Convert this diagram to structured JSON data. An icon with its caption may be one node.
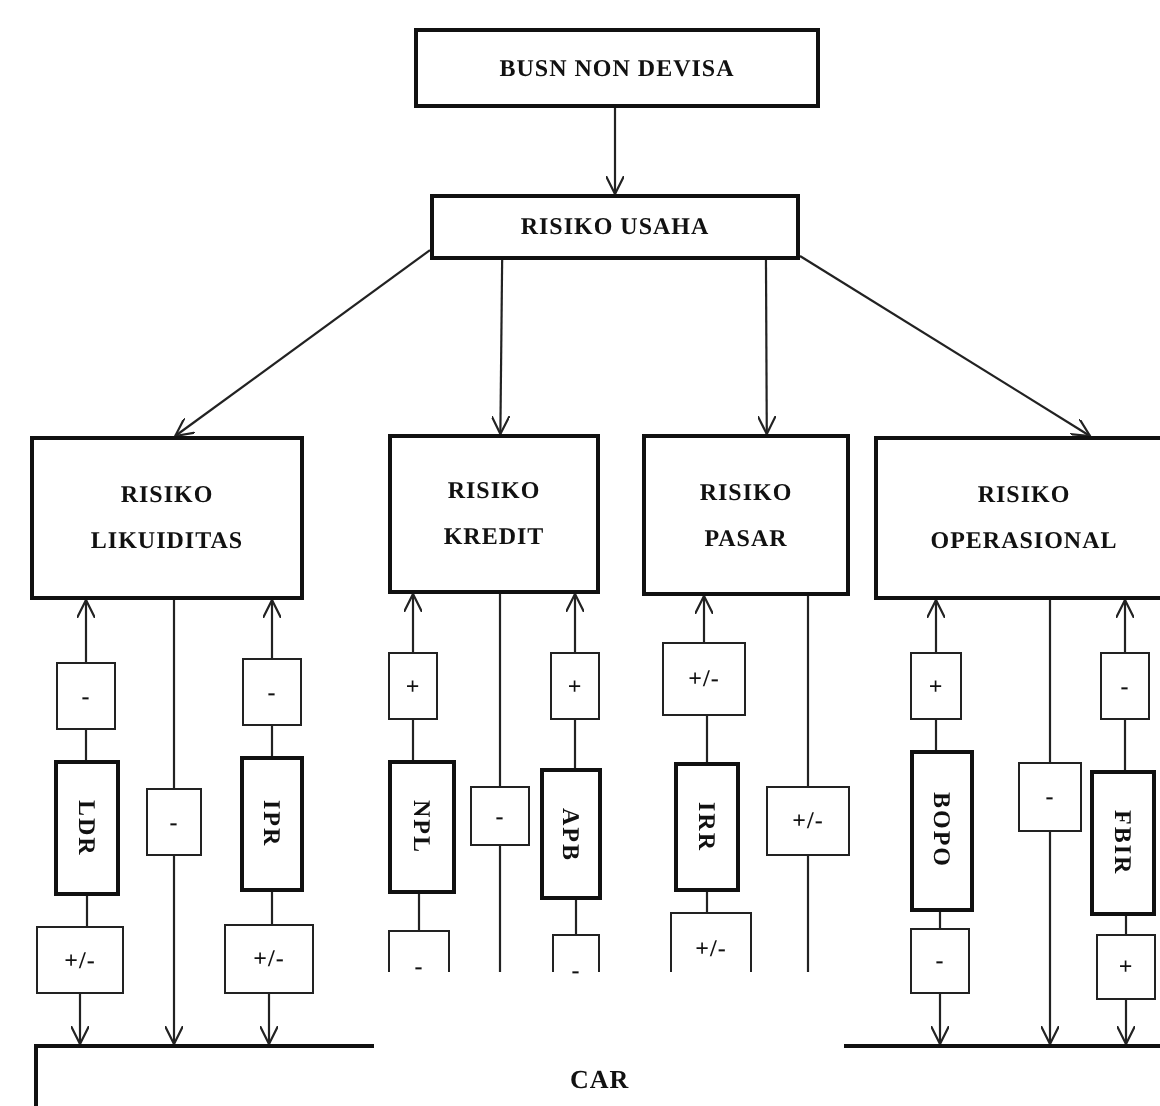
{
  "diagram": {
    "nodes": [
      {
        "text": [
          "BUSN NON DEVISA"
        ]
      },
      {
        "text": [
          "RISIKO USAHA"
        ]
      },
      {
        "text": [
          "RISIKO LIKUIDITAS"
        ]
      },
      {
        "text": [
          "RISIKO KREDIT"
        ]
      },
      {
        "text": [
          "RISIKO PASAR"
        ]
      },
      {
        "text": [
          "RISIKO OPERASIONAL"
        ]
      },
      {
        "text": [
          "-"
        ]
      },
      {
        "text": [
          "LDR"
        ]
      },
      {
        "text": [
          "+/-"
        ]
      },
      {
        "text": [
          "-"
        ]
      },
      {
        "text": [
          "-"
        ]
      },
      {
        "text": [
          "IPR"
        ]
      },
      {
        "text": [
          "+/-"
        ]
      },
      {
        "text": [
          "+"
        ]
      },
      {
        "text": [
          "NPL"
        ]
      },
      {
        "text": [
          "-"
        ]
      },
      {
        "text": [
          "-"
        ]
      },
      {
        "text": [
          "+"
        ]
      },
      {
        "text": [
          "APB"
        ]
      },
      {
        "text": [
          "-"
        ]
      },
      {
        "text": [
          "+/-"
        ]
      },
      {
        "text": [
          "IRR"
        ]
      },
      {
        "text": [
          "+/-"
        ]
      },
      {
        "text": [
          "+/-"
        ]
      },
      {
        "text": [
          "+"
        ]
      },
      {
        "text": [
          "BOPO"
        ]
      },
      {
        "text": [
          "-"
        ]
      },
      {
        "text": [
          "-"
        ]
      },
      {
        "text": [
          "-"
        ]
      },
      {
        "text": [
          "FBIR"
        ]
      },
      {
        "text": [
          "+"
        ]
      },
      {
        "text": [
          "CAR"
        ]
      }
    ],
    "edges": [
      {
        "from": 0,
        "to": 1,
        "arrow": "to"
      },
      {
        "from": 1,
        "to": 2,
        "arrow": "to"
      },
      {
        "from": 1,
        "to": 3,
        "arrow": "to"
      },
      {
        "from": 1,
        "to": 4,
        "arrow": "to"
      },
      {
        "from": 1,
        "to": 5,
        "arrow": "to"
      },
      {
        "from": 6,
        "to": 2,
        "arrow": "to"
      },
      {
        "from": 7,
        "to": 6,
        "arrow": "none"
      },
      {
        "from": 7,
        "to": 8,
        "arrow": "none"
      },
      {
        "from": 8,
        "to": 31,
        "arrow": "to"
      },
      {
        "from": 2,
        "to": 9,
        "arrow": "none"
      },
      {
        "from": 9,
        "to": 31,
        "arrow": "to"
      },
      {
        "from": 10,
        "to": 2,
        "arrow": "to"
      },
      {
        "from": 11,
        "to": 10,
        "arrow": "none"
      },
      {
        "from": 11,
        "to": 12,
        "arrow": "none"
      },
      {
        "from": 12,
        "to": 31,
        "arrow": "to"
      },
      {
        "from": 13,
        "to": 3,
        "arrow": "to"
      },
      {
        "from": 14,
        "to": 13,
        "arrow": "none"
      },
      {
        "from": 14,
        "to": 15,
        "arrow": "none"
      },
      {
        "from": 3,
        "to": 16,
        "arrow": "none"
      },
      {
        "from": 16,
        "to": null,
        "arrow": "none"
      },
      {
        "from": 17,
        "to": 3,
        "arrow": "to"
      },
      {
        "from": 18,
        "to": 17,
        "arrow": "none"
      },
      {
        "from": 18,
        "to": 19,
        "arrow": "none"
      },
      {
        "from": 20,
        "to": 4,
        "arrow": "to"
      },
      {
        "from": 21,
        "to": 20,
        "arrow": "none"
      },
      {
        "from": 21,
        "to": 22,
        "arrow": "none"
      },
      {
        "from": 4,
        "to": 23,
        "arrow": "none"
      },
      {
        "from": 23,
        "to": null,
        "arrow": "none"
      },
      {
        "from": 24,
        "to": 5,
        "arrow": "to"
      },
      {
        "from": 25,
        "to": 24,
        "arrow": "none"
      },
      {
        "from": 25,
        "to": 26,
        "arrow": "none"
      },
      {
        "from": 26,
        "to": 31,
        "arrow": "to"
      },
      {
        "from": 5,
        "to": 27,
        "arrow": "none"
      },
      {
        "from": 27,
        "to": 31,
        "arrow": "to"
      },
      {
        "from": 28,
        "to": 5,
        "arrow": "to"
      },
      {
        "from": 29,
        "to": 28,
        "arrow": "none"
      },
      {
        "from": 29,
        "to": 30,
        "arrow": "none"
      },
      {
        "from": 30,
        "to": 31,
        "arrow": "to"
      }
    ]
  }
}
